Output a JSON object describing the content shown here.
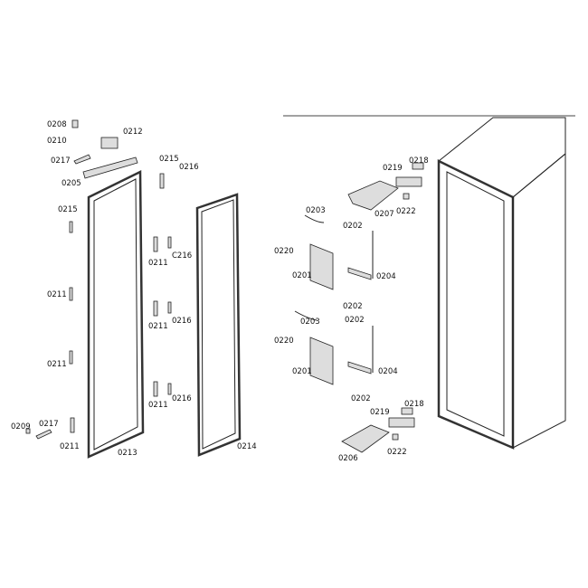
{
  "labels": {
    "door_left": [
      "0208",
      "0210",
      "0212",
      "0217",
      "0205",
      "0215",
      "0216",
      "0215",
      "0211",
      "C216",
      "0211",
      "0211",
      "0216",
      "0211",
      "0211",
      "0216",
      "0209",
      "0217",
      "0211",
      "0213",
      "0214"
    ],
    "hinges": [
      "0203",
      "0202",
      "0220",
      "0201",
      "0204",
      "0202",
      "0203",
      "0202",
      "0220",
      "0201",
      "0204",
      "0202",
      "0219",
      "0218",
      "0207",
      "0222",
      "0219",
      "0218",
      "0206",
      "0222"
    ]
  }
}
